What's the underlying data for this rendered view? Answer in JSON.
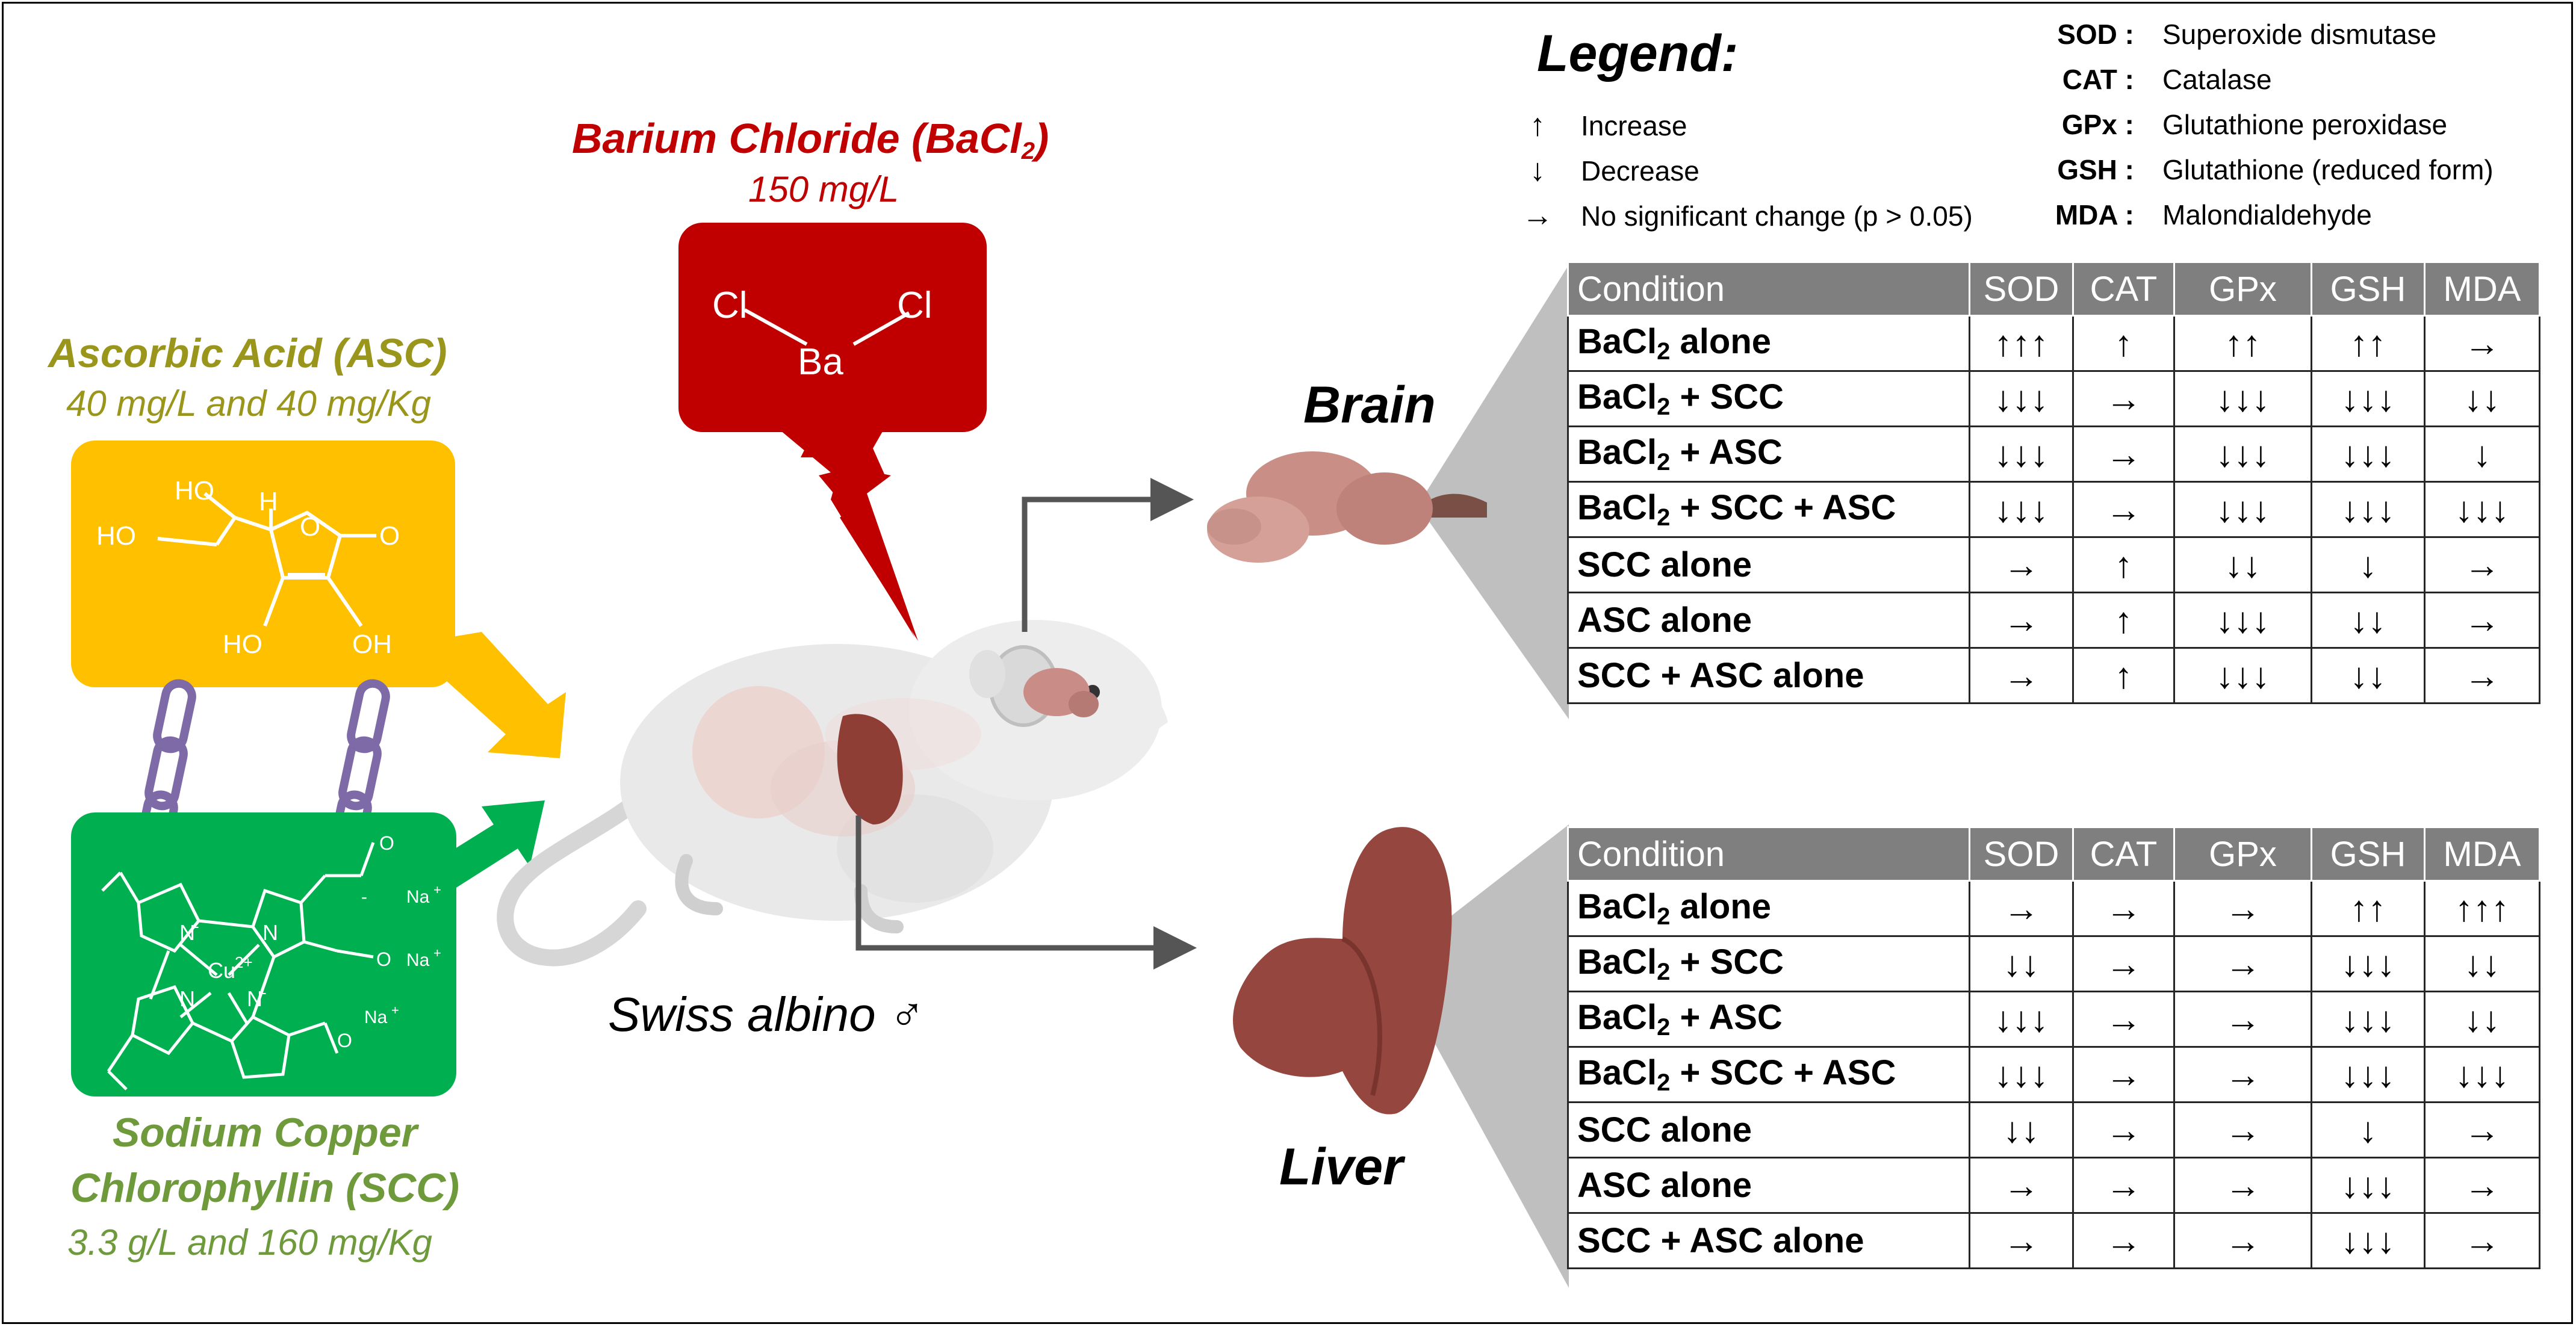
{
  "bacl2": {
    "title": "Barium Chloride (BaCl",
    "title_sub": "2",
    "title_end": ")",
    "dose": "150 mg/L",
    "formula": {
      "cl_left": "Cl",
      "cl_right": "Cl",
      "ba": "Ba"
    },
    "color": "#c00000"
  },
  "asc": {
    "title": "Ascorbic Acid (ASC)",
    "dose": "40 mg/L and 40 mg/Kg",
    "box_color": "#ffc000",
    "structure_labels": {
      "ho_top": "HO",
      "h": "H",
      "ho_left": "HO",
      "o_ring": "O",
      "o_carbonyl": "O",
      "ho_bottom": "HO",
      "oh_bottom": "OH"
    }
  },
  "scc": {
    "title_line1": "Sodium Copper",
    "title_line2": "Chlorophyllin (SCC)",
    "dose": "3.3 g/L and 160 mg/Kg",
    "box_color": "#00b050",
    "structure_labels": {
      "cu": "Cu",
      "cu_charge": "2+",
      "n1": "N",
      "n2": "N",
      "n3": "N",
      "n4": "N",
      "n_minus_a": "-",
      "n_minus_b": "-",
      "na1": "Na",
      "na2": "Na",
      "na3": "Na",
      "na_plus": "+",
      "o1": "O",
      "o2": "O",
      "o3": "O",
      "o_minus": "-"
    }
  },
  "mouse": {
    "label": "Swiss albino ♂"
  },
  "organs": {
    "brain": "Brain",
    "liver": "Liver"
  },
  "legend": {
    "title": "Legend:",
    "items": [
      {
        "symbol": "↑",
        "text": "Increase"
      },
      {
        "symbol": "↓",
        "text": "Decrease"
      },
      {
        "symbol": "→",
        "text": "No significant change (p > 0.05)"
      }
    ],
    "abbreviations": [
      {
        "key": "SOD :",
        "value": "Superoxide dismutase"
      },
      {
        "key": "CAT :",
        "value": "Catalase"
      },
      {
        "key": "GPx :",
        "value": "Glutathione peroxidase"
      },
      {
        "key": "GSH :",
        "value": "Glutathione (reduced form)"
      },
      {
        "key": "MDA :",
        "value": "Malondialdehyde"
      }
    ]
  },
  "table_headers": [
    "Condition",
    "SOD",
    "CAT",
    "GPx",
    "GSH",
    "MDA"
  ],
  "brain_table": {
    "rows": [
      {
        "prefix": "BaCl",
        "sub": "2",
        "suffix": " alone",
        "vals": [
          "↑↑↑",
          "↑",
          "↑↑",
          "↑↑",
          "→"
        ]
      },
      {
        "prefix": "BaCl",
        "sub": "2",
        "suffix": " + SCC",
        "vals": [
          "↓↓↓",
          "→",
          "↓↓↓",
          "↓↓↓",
          "↓↓"
        ]
      },
      {
        "prefix": "BaCl",
        "sub": "2",
        "suffix": " + ASC",
        "vals": [
          "↓↓↓",
          "→",
          "↓↓↓",
          "↓↓↓",
          "↓"
        ]
      },
      {
        "prefix": "BaCl",
        "sub": "2",
        "suffix": " + SCC + ASC",
        "vals": [
          "↓↓↓",
          "→",
          "↓↓↓",
          "↓↓↓",
          "↓↓↓"
        ]
      },
      {
        "prefix": "SCC alone",
        "sub": "",
        "suffix": "",
        "vals": [
          "→",
          "↑",
          "↓↓",
          "↓",
          "→"
        ]
      },
      {
        "prefix": "ASC alone",
        "sub": "",
        "suffix": "",
        "vals": [
          "→",
          "↑",
          "↓↓↓",
          "↓↓",
          "→"
        ]
      },
      {
        "prefix": "SCC + ASC alone",
        "sub": "",
        "suffix": "",
        "vals": [
          "→",
          "↑",
          "↓↓↓",
          "↓↓",
          "→"
        ]
      }
    ]
  },
  "liver_table": {
    "rows": [
      {
        "prefix": "BaCl",
        "sub": "2",
        "suffix": " alone",
        "vals": [
          "→",
          "→",
          "→",
          "↑↑",
          "↑↑↑"
        ]
      },
      {
        "prefix": "BaCl",
        "sub": "2",
        "suffix": " + SCC",
        "vals": [
          "↓↓",
          "→",
          "→",
          "↓↓↓",
          "↓↓"
        ]
      },
      {
        "prefix": "BaCl",
        "sub": "2",
        "suffix": " + ASC",
        "vals": [
          "↓↓↓",
          "→",
          "→",
          "↓↓↓",
          "↓↓"
        ]
      },
      {
        "prefix": "BaCl",
        "sub": "2",
        "suffix": " + SCC + ASC",
        "vals": [
          "↓↓↓",
          "→",
          "→",
          "↓↓↓",
          "↓↓↓"
        ]
      },
      {
        "prefix": "SCC alone",
        "sub": "",
        "suffix": "",
        "vals": [
          "↓↓",
          "→",
          "→",
          "↓",
          "→"
        ]
      },
      {
        "prefix": "ASC alone",
        "sub": "",
        "suffix": "",
        "vals": [
          "→",
          "→",
          "→",
          "↓↓↓",
          "→"
        ]
      },
      {
        "prefix": "SCC + ASC alone",
        "sub": "",
        "suffix": "",
        "vals": [
          "→",
          "→",
          "→",
          "↓↓↓",
          "→"
        ]
      }
    ]
  }
}
